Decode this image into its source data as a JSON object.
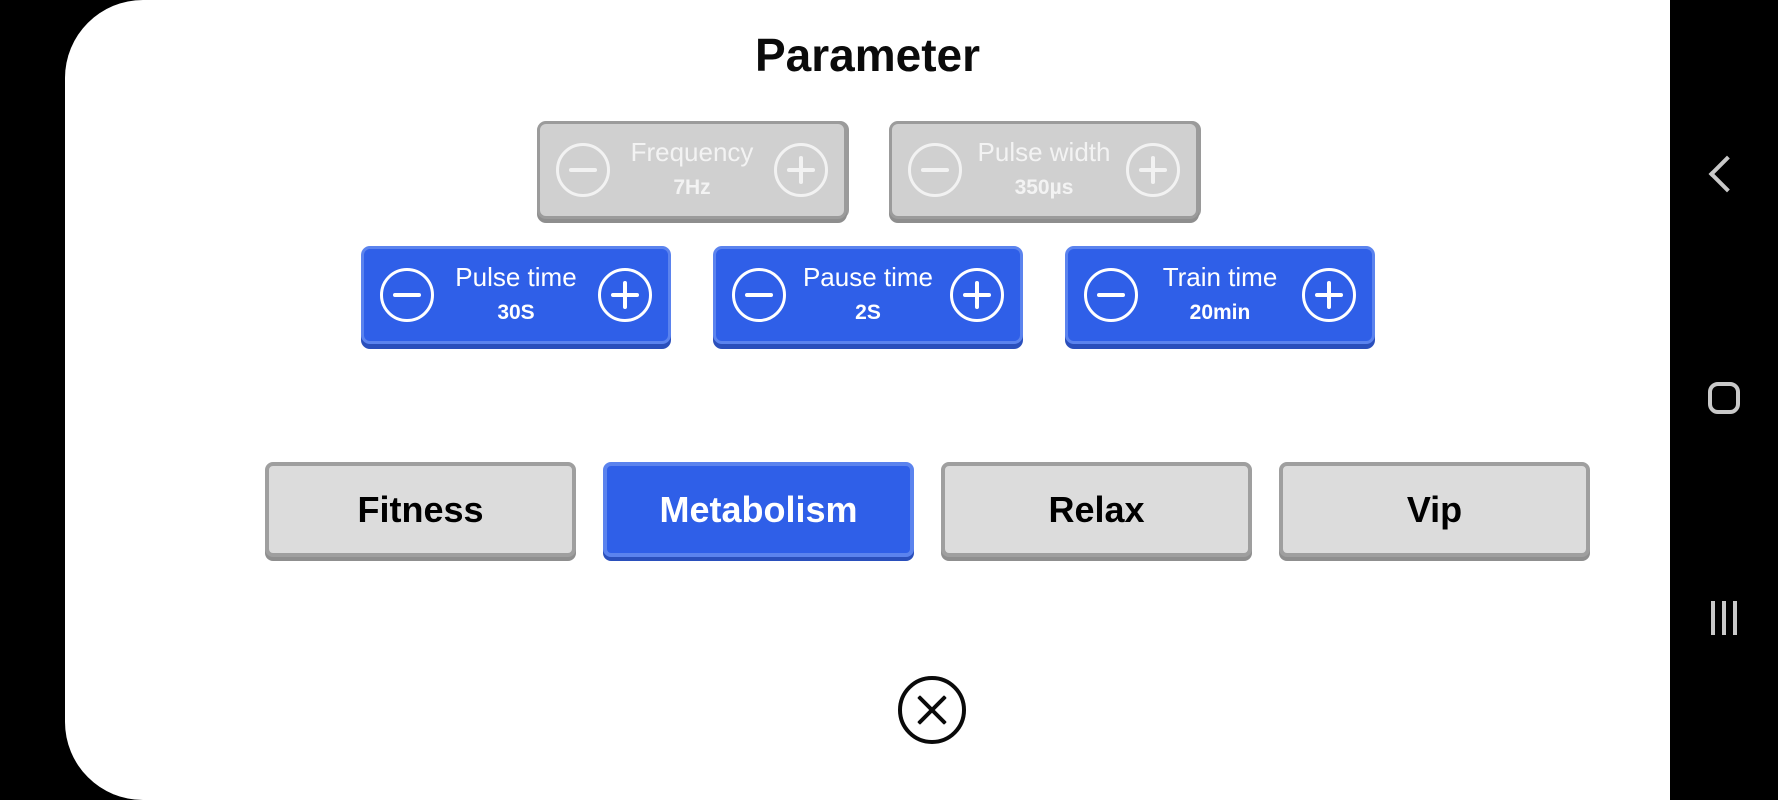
{
  "screen": {
    "title": "Parameter",
    "accent_blue": "#2f5fe8",
    "disabled_gray": "#d0d0d0",
    "card_background": "#ffffff",
    "screen_background": "#000000"
  },
  "parameters": {
    "disabled_row": [
      {
        "name": "frequency",
        "label": "Frequency",
        "value": "7Hz",
        "state": "disabled",
        "decrement_icon": "minus-circle-icon",
        "increment_icon": "plus-circle-icon"
      },
      {
        "name": "pulse-width",
        "label": "Pulse width",
        "value": "350µs",
        "state": "disabled",
        "decrement_icon": "minus-circle-icon",
        "increment_icon": "plus-circle-icon"
      }
    ],
    "active_row": [
      {
        "name": "pulse-time",
        "label": "Pulse time",
        "value": "30S",
        "state": "active",
        "decrement_icon": "minus-circle-icon",
        "increment_icon": "plus-circle-icon"
      },
      {
        "name": "pause-time",
        "label": "Pause time",
        "value": "2S",
        "state": "active",
        "decrement_icon": "minus-circle-icon",
        "increment_icon": "plus-circle-icon"
      },
      {
        "name": "train-time",
        "label": "Train time",
        "value": "20min",
        "state": "active",
        "decrement_icon": "minus-circle-icon",
        "increment_icon": "plus-circle-icon"
      }
    ]
  },
  "modes": {
    "selected": "Metabolism",
    "options": [
      {
        "label": "Fitness",
        "selected": false
      },
      {
        "label": "Metabolism",
        "selected": true
      },
      {
        "label": "Relax",
        "selected": false
      },
      {
        "label": "Vip",
        "selected": false
      }
    ]
  },
  "close": {
    "icon": "close-circle-icon",
    "label": "Close"
  },
  "navbar": {
    "items": [
      {
        "name": "back",
        "icon": "chevron-left-icon"
      },
      {
        "name": "home",
        "icon": "home-square-icon"
      },
      {
        "name": "recents",
        "icon": "recents-bars-icon"
      }
    ]
  }
}
